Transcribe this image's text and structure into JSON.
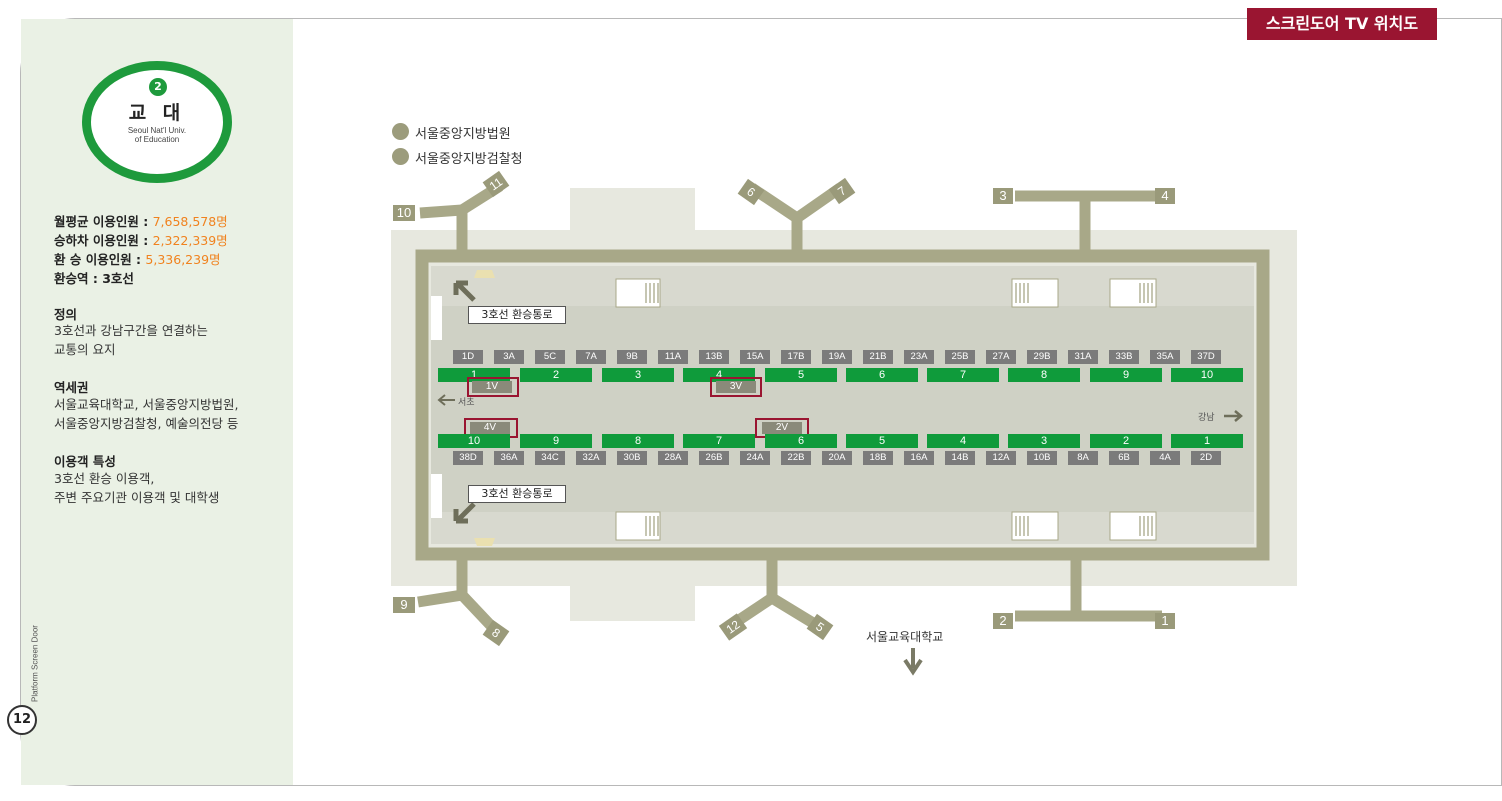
{
  "banner": "스크린도어 TV 위치도",
  "station": {
    "line_number": "2",
    "name": "교 대",
    "name_en_line1": "Seoul Nat'l Univ.",
    "name_en_line2": "of Education",
    "line_color": "#1e9a3c"
  },
  "stats": [
    {
      "label": "월평균 이용인원 : ",
      "value": "7,658,578명"
    },
    {
      "label": "승하차 이용인원 : ",
      "value": "2,322,339명"
    },
    {
      "label": "환   승 이용인원 : ",
      "value": "5,336,239명"
    },
    {
      "label": "환승역 : 3호선",
      "value": ""
    }
  ],
  "sections": [
    {
      "title": "정의",
      "lines": [
        "3호선과 강남구간을 연결하는",
        "교통의 요지"
      ]
    },
    {
      "title": "역세권",
      "lines": [
        "서울교육대학교, 서울중앙지방법원,",
        "서울중앙지방검찰청, 예술의전당 등"
      ]
    },
    {
      "title": "이용객 특성",
      "lines": [
        "3호선 환승 이용객,",
        "주변 주요기관 이용객 및 대학생"
      ]
    }
  ],
  "footer": {
    "vertical_text": "Platform Screen Door",
    "page_number": "12"
  },
  "map": {
    "legend": [
      "서울중앙지방법원",
      "서울중앙지방검찰청"
    ],
    "exits": [
      "10",
      "11",
      "6",
      "7",
      "3",
      "4",
      "9",
      "8",
      "12",
      "5",
      "2",
      "1"
    ],
    "transfer_label": "3호선 환승통로",
    "dir_left": "서초",
    "dir_right": "강남",
    "destination": "서울교육대학교",
    "top_codes": [
      "1D",
      "3A",
      "5C",
      "7A",
      "9B",
      "11A",
      "13B",
      "15A",
      "17B",
      "19A",
      "21B",
      "23A",
      "25B",
      "27A",
      "29B",
      "31A",
      "33B",
      "35A",
      "37D"
    ],
    "top_doors": [
      "1",
      "2",
      "3",
      "4",
      "5",
      "6",
      "7",
      "8",
      "9",
      "10"
    ],
    "bottom_doors": [
      "10",
      "9",
      "8",
      "7",
      "6",
      "5",
      "4",
      "3",
      "2",
      "1"
    ],
    "bottom_codes": [
      "38D",
      "36A",
      "34C",
      "32A",
      "30B",
      "28A",
      "26B",
      "24A",
      "22B",
      "20A",
      "18B",
      "16A",
      "14B",
      "12A",
      "10B",
      "8A",
      "6B",
      "4A",
      "2D"
    ],
    "tv_top": [
      "1V",
      "3V"
    ],
    "tv_bottom": [
      "4V",
      "2V"
    ],
    "tv_box_color": "#9a1531",
    "platform_color": "#0f9b3b",
    "structure_color": "#a8a888"
  }
}
